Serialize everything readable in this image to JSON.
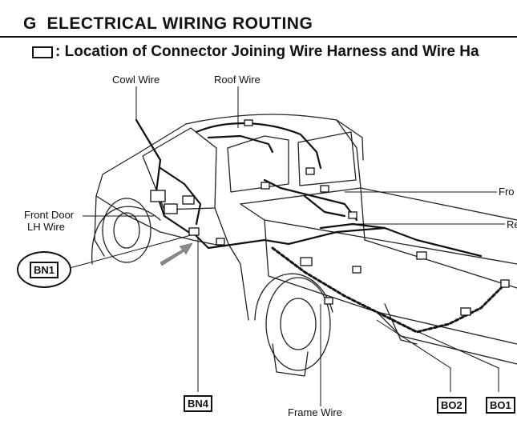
{
  "header": {
    "section_letter": "G",
    "title": "ELECTRICAL WIRING ROUTING",
    "subtitle": ": Location of Connector Joining Wire Harness and Wire Ha"
  },
  "labels": {
    "cowl_wire": "Cowl Wire",
    "roof_wire": "Roof Wire",
    "front_door_lh_wire_line1": "Front Door",
    "front_door_lh_wire_line2": "LH Wire",
    "frame_wire": "Frame Wire",
    "right_cut_1": "Fro",
    "right_cut_2": "Re"
  },
  "connectors": {
    "bn1": "BN1",
    "bn4": "BN4",
    "bo2": "BO2",
    "bo1": "BO1"
  }
}
